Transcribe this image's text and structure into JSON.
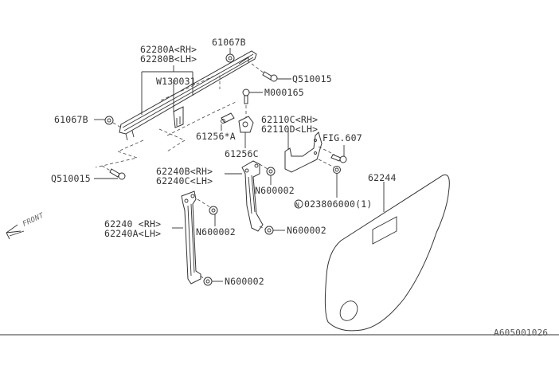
{
  "diagram_id": "A605001026",
  "front_label": "FRONT",
  "parts": {
    "weatherstrip_rh": "62280A<RH>",
    "weatherstrip_lh": "62280B<LH>",
    "clip_top": "61067B",
    "clip_left": "61067B",
    "screw_top": "Q510015",
    "screw_left": "Q510015",
    "rivet": "W130031",
    "bolt": "M000165",
    "stopper_a": "61256*A",
    "stopper_c": "61256C",
    "bracket_rh": "62110C<RH>",
    "bracket_lh": "62110D<LH>",
    "fig_ref": "FIG.607",
    "rail_b_rh": "62240B<RH>",
    "rail_c_lh": "62240C<LH>",
    "rail_rh": "62240 <RH>",
    "rail_a_lh": "62240A<LH>",
    "nut_1": "N600002",
    "nut_2": "N600002",
    "nut_3": "N600002",
    "nut_4": "N600002",
    "nut_special_mark": "N",
    "nut_special": "023806000(1)",
    "sealing_cover": "62244"
  }
}
